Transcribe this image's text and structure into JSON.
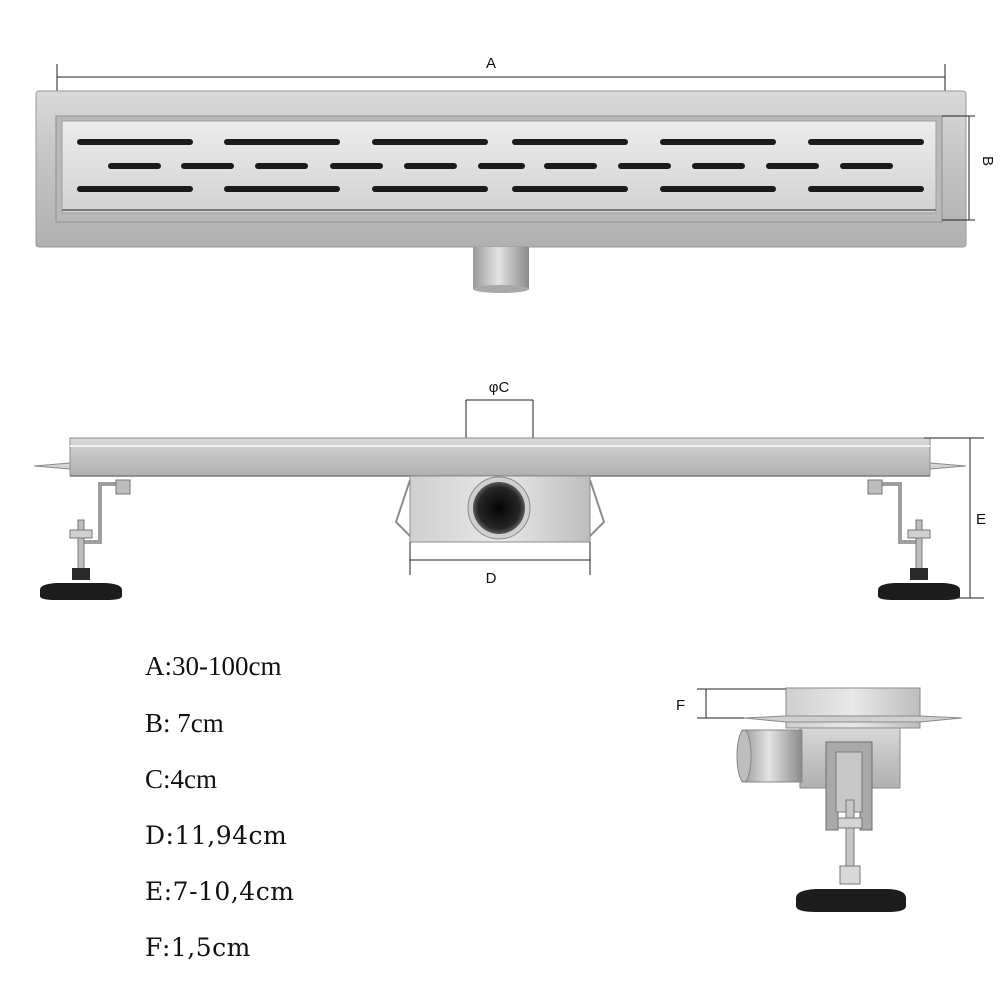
{
  "labels": {
    "a": "A",
    "b": "B",
    "c": "φC",
    "d": "D",
    "e": "E",
    "f": "F"
  },
  "specs": [
    "A:30-100cm",
    "B: 7cm",
    "C:4cm",
    "D:11,94cm",
    "E:7-10,4cm",
    "F:1,5cm"
  ],
  "colors": {
    "steel_light": "#e6e6e6",
    "steel_mid": "#c4c4c4",
    "steel_dark": "#8e8e8e",
    "slot": "#1a1a1a",
    "foot": "#1c1c1c",
    "dim_line": "#222222"
  }
}
